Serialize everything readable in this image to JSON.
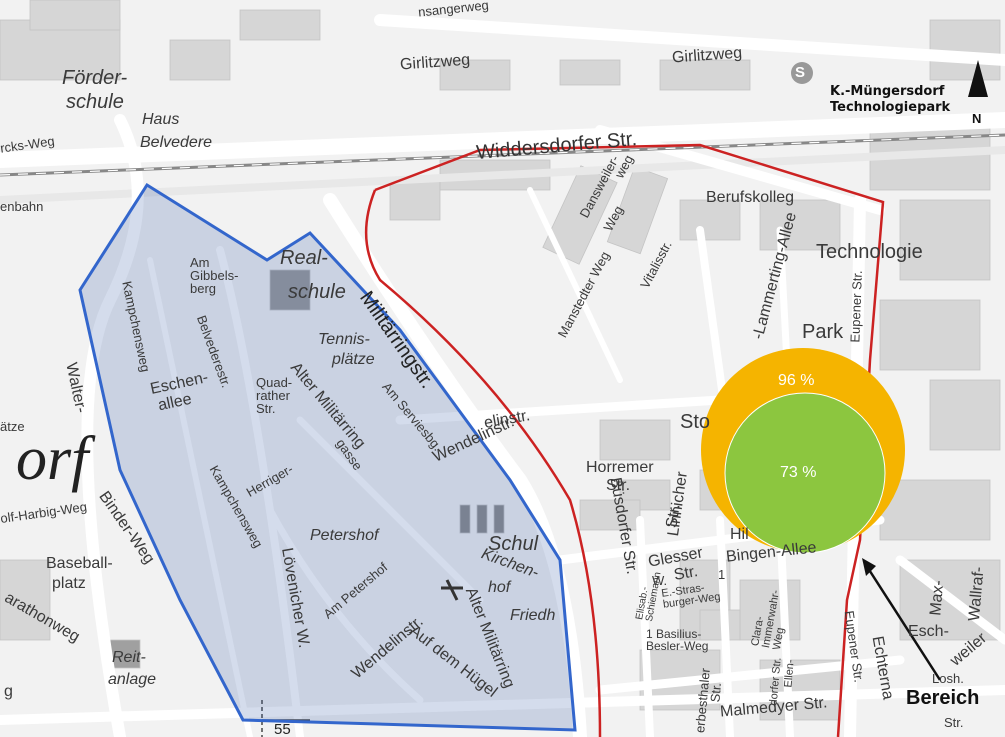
{
  "map": {
    "stats": {
      "outer": {
        "label": "96 %",
        "value": 96,
        "color": "#f5b400"
      },
      "inner": {
        "label": "73 %",
        "value": 73,
        "color": "#8cc63f"
      }
    },
    "colors": {
      "area_outline": "#3366cc",
      "area_fill": "#3b5ea8",
      "boundary": "#cc2222",
      "building": "#d6d6d6",
      "street": "#ffffff"
    },
    "station": {
      "symbol": "S",
      "name_line1": "K.-Müngersdorf",
      "name_line2": "Technologiepark"
    },
    "north_arrow": {
      "label": "N"
    },
    "scale_marker": "55",
    "bereich_label": "Bereich",
    "large_label": "orf",
    "labels": {
      "foerder": "Förder-",
      "schule": "schule",
      "haus": "Haus",
      "belvedere": "Belvedere",
      "marcks_weg": "rcks-Weg",
      "enbahn": "enbahn",
      "sangerweg": "nsangerweg",
      "girlitzweg_1": "Girlitzweg",
      "girlitzweg_2": "Girlitzweg",
      "widdersdorfer": "Widdersdorfer Str.",
      "danswei": "Dansweiler-",
      "danswei_weg": "weg",
      "weg": "Weg",
      "berufskolleg": "Berufskolleg",
      "technologie": "Technologie",
      "park": "Park",
      "lammerting": "-Lammerting-Allee",
      "eupener_1": "Eupener Str.",
      "eupener_2": "Eupener Str.",
      "vitalisstr": "Vitalisstr.",
      "manstedter": "Manstedter Weg",
      "real": "Real-",
      "schule2": "schule",
      "militaerringstr": "Militärringstr.",
      "tennis": "Tennis-",
      "plaetze": "plätze",
      "am_gibbelsberg": "Am Gibbels- berg",
      "kampchensweg_1": "Kampchensweg",
      "kampchensweg_2": "Kampchensweg",
      "belvederestr": "Belvederestr.",
      "eschen": "Eschen-",
      "allee": "allee",
      "quadrather": "Quad- rather Str.",
      "alter_militaerring_1": "Alter Militärring",
      "alter_militaerring_2": "Alter Militärring",
      "am_serviesbg": "Am Serviesbg.",
      "wendelinstr_1": "Wendelinstr.",
      "wendelinstr_2": "Wendelinstr.",
      "gasse": "gasse",
      "herriger": "Herriger-",
      "petershof": "Petershof",
      "am_petershof": "Am Petershof",
      "loevenicher": "Lövenicher W.",
      "auf_dem_huegel": "Auf dem Hügel",
      "schule3": "Schul",
      "kirchen": "Kirchen-",
      "hof": "hof",
      "friedh": "Friedh",
      "walter": "Walter-",
      "plaetze2": "ätze",
      "harbig": "olf-Harbig-Weg",
      "binder": "Binder-Weg",
      "baseball": "Baseball-",
      "platz": "platz",
      "marathonweg": "arathonweg",
      "reit": "Reit-",
      "anlage": "anlage",
      "g": "g",
      "horremer": "Horremer",
      "horremer_str": "Str.",
      "buesdorfer": "Büsdorfer Str.",
      "linnicher": "Linnicher",
      "linnicher_str": "Str.",
      "glesser": "Glesser",
      "glesser_str": "Str.",
      "strasburger": "E.-Stras- burger-Weg",
      "elisab": "Elisab.- Schiemann",
      "w": "W.",
      "one_1": "1",
      "bingen": "Bingen-Allee",
      "hil": "Hil",
      "clara": "Clara- Immerwahr- Weg",
      "basilius": "1 Basilius- Besler-Weg",
      "erbesthaler": "erbesthaler",
      "str_a": "Str.",
      "dorfer": "dorfer Str.",
      "ellen": "Ellen-",
      "malmedyer": "Malmedyer Str.",
      "echtern": "Echterna",
      "esch": "Esch-",
      "weiler": "weiler",
      "max": "Max-",
      "wallraf": "Wallraf-",
      "losh": "Losh.",
      "str_b": "Str.",
      "sto": "Sto",
      "lenstr": "elinstr."
    }
  }
}
